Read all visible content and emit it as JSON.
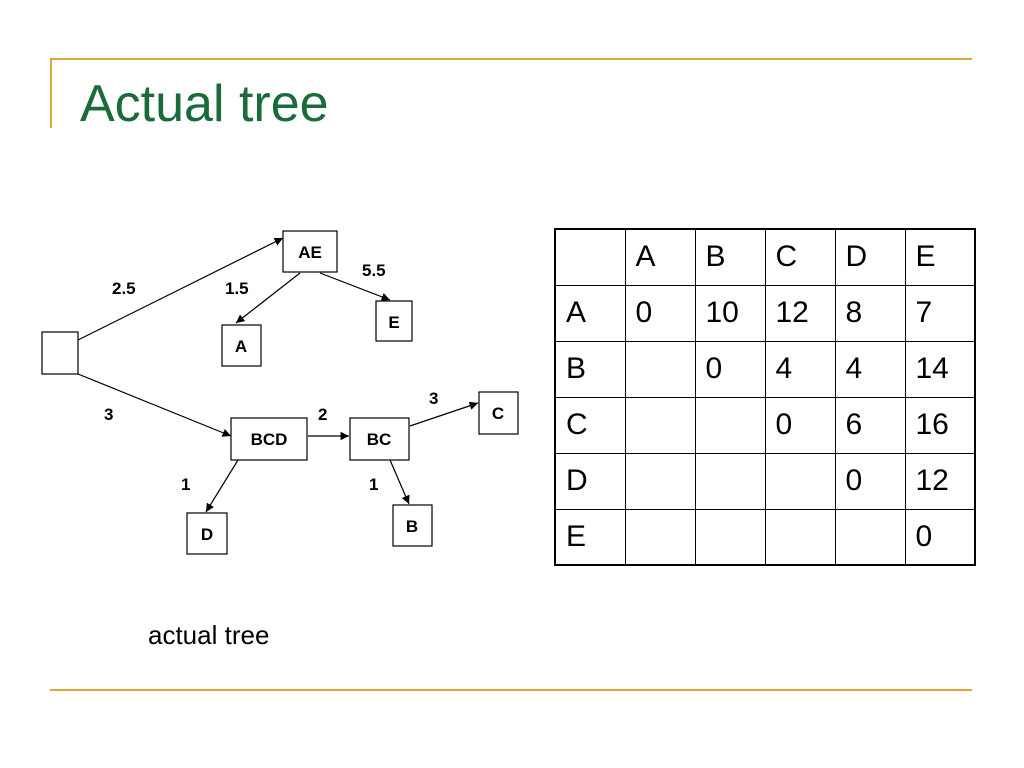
{
  "slide": {
    "title": "Actual tree",
    "caption": "actual tree",
    "accent_color": "#e0a63a",
    "title_color": "#1a6b3a"
  },
  "tree": {
    "nodes": [
      {
        "id": "root",
        "label": ""
      },
      {
        "id": "AE",
        "label": "AE"
      },
      {
        "id": "A",
        "label": "A"
      },
      {
        "id": "E",
        "label": "E"
      },
      {
        "id": "BCD",
        "label": "BCD"
      },
      {
        "id": "BC",
        "label": "BC"
      },
      {
        "id": "D",
        "label": "D"
      },
      {
        "id": "C",
        "label": "C"
      },
      {
        "id": "B",
        "label": "B"
      }
    ],
    "edges": [
      {
        "from": "root",
        "to": "AE",
        "weight": "2.5"
      },
      {
        "from": "AE",
        "to": "A",
        "weight": "1.5"
      },
      {
        "from": "AE",
        "to": "E",
        "weight": "5.5"
      },
      {
        "from": "root",
        "to": "BCD",
        "weight": "3"
      },
      {
        "from": "BCD",
        "to": "BC",
        "weight": "2"
      },
      {
        "from": "BCD",
        "to": "D",
        "weight": "1"
      },
      {
        "from": "BC",
        "to": "C",
        "weight": "3"
      },
      {
        "from": "BC",
        "to": "B",
        "weight": "1"
      }
    ]
  },
  "matrix": {
    "header": [
      "",
      "A",
      "B",
      "C",
      "D",
      "E"
    ],
    "rows": [
      [
        "A",
        "0",
        "10",
        "12",
        "8",
        "7"
      ],
      [
        "B",
        "",
        "0",
        "4",
        "4",
        "14"
      ],
      [
        "C",
        "",
        "",
        "0",
        "6",
        "16"
      ],
      [
        "D",
        "",
        "",
        "",
        "0",
        "12"
      ],
      [
        "E",
        "",
        "",
        "",
        "",
        "0"
      ]
    ]
  }
}
